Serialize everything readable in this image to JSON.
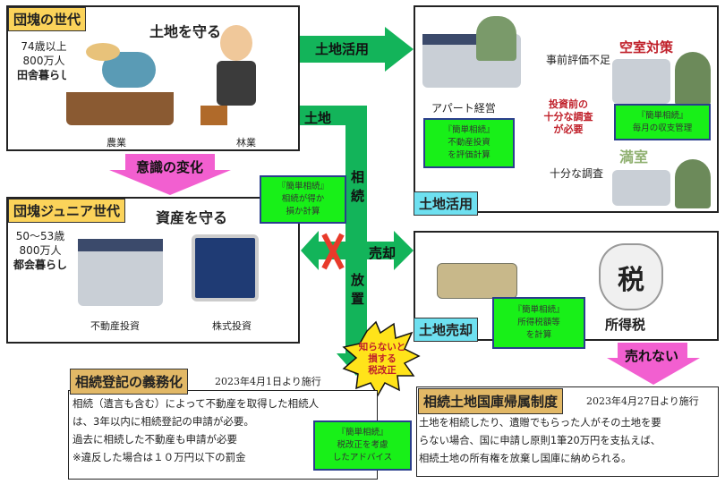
{
  "boomer": {
    "tag": "団塊の世代",
    "title": "土地を守る",
    "age": "74歳以上",
    "population": "800万人",
    "lifestyle": "田舎暮らし",
    "captions": [
      "農業",
      "林業"
    ]
  },
  "change_arrow": "意識の変化",
  "junior": {
    "tag": "団塊ジュニア世代",
    "title": "資産を守る",
    "age": "50～53歳",
    "population": "800万人",
    "lifestyle": "都会暮らし",
    "captions": [
      "不動産投資",
      "株式投資"
    ]
  },
  "flows": {
    "land_use": "土地活用",
    "land": "土地",
    "inherit": "相続",
    "sell": "売却",
    "neglect": "放置",
    "unsellable": "売れない"
  },
  "memo_inherit": [
    "『簡単相続』",
    "相続が得か",
    "損か計算"
  ],
  "land_use": {
    "tag": "土地活用",
    "apartment": "アパート経営",
    "insufficient": "事前評価不足",
    "sufficient": "十分な調査",
    "vacancy": "空室対策",
    "full": "満室",
    "burst": [
      "投資前の",
      "十分な調査",
      "が必要"
    ],
    "memo_eval": [
      "『簡単相続』",
      "不動産投資",
      "を評価計算"
    ],
    "memo_monthly": [
      "『簡単相続』",
      "毎月の収支管理"
    ]
  },
  "land_sale": {
    "tag": "土地売却",
    "tax_glyph": "税",
    "tax_label": "所得税",
    "memo": [
      "『簡単相続』",
      "所得税額等",
      "を計算"
    ]
  },
  "burst_tax": [
    "知らないと",
    "損する",
    "税改正"
  ],
  "registration": {
    "title": "相続登記の義務化",
    "date": "2023年4月1日より施行",
    "lines": [
      "相続（遺言も含む）によって不動産を取得した相続人",
      "は、3年以内に相続登記の申請が必要。",
      "過去に相続した不動産も申請が必要",
      "※違反した場合は１０万円以下の罰金"
    ],
    "memo": [
      "『簡単相続』",
      "税改正を考慮",
      "したアドバイス"
    ]
  },
  "national": {
    "title": "相続土地国庫帰属制度",
    "date": "2023年4月27日より施行",
    "lines": [
      "土地を相続したり、遺贈でもらった人がその土地を要",
      "らない場合、国に申請し原則1筆20万円を支払えば、",
      "相続土地の所有権を放棄し国庫に納められる。"
    ]
  },
  "colors": {
    "green": "#13b45a",
    "pink": "#f25fd0",
    "memo": "#18f018",
    "yellow": "#fbd35a",
    "cyan": "#6ee0f0"
  }
}
